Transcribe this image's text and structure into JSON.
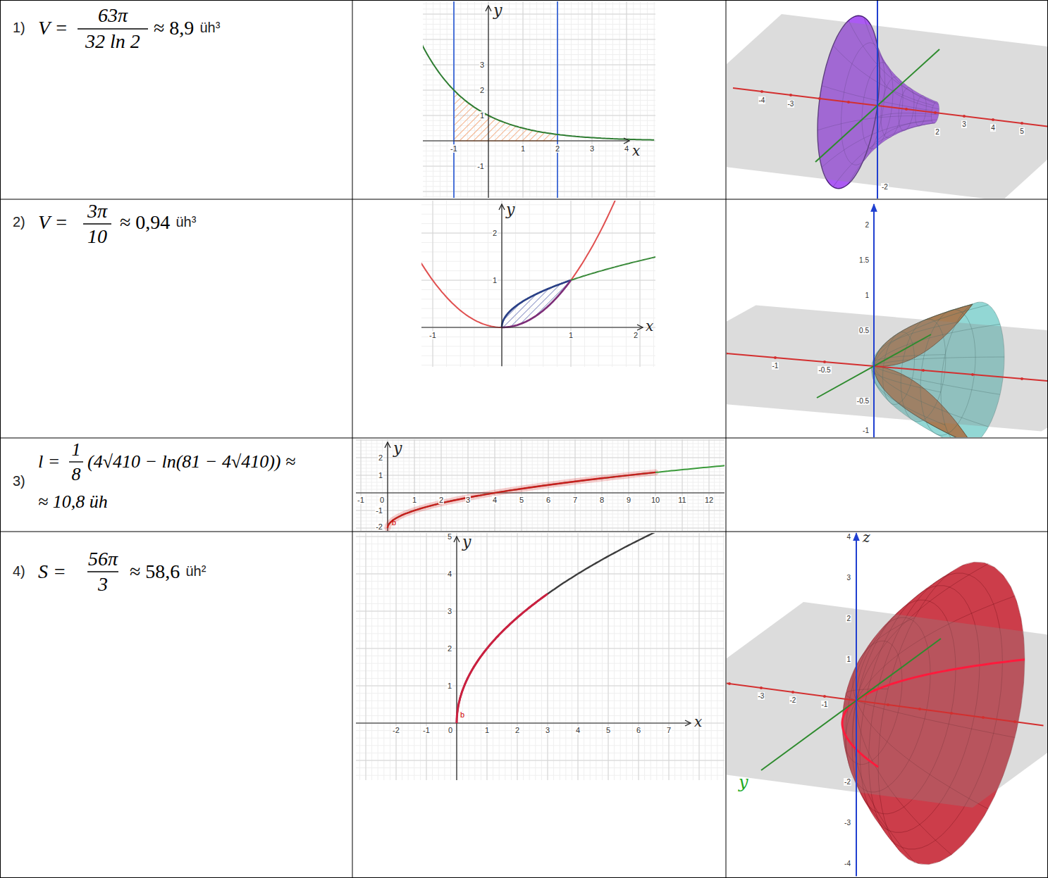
{
  "diagram": {
    "labels": [
      "1)",
      "V =",
      "63π",
      "32 ln 2",
      "≈ 8,9",
      "üh³",
      "2)",
      "V =",
      "3π",
      "10",
      "≈ 0,94",
      "üh³",
      "3)",
      "l =",
      "1",
      "8",
      "(4√410 − ln(81 − 4√410)) ≈",
      "≈ 10,8 üh",
      "4)",
      "S =",
      "56π",
      "3",
      "≈ 58,6",
      "üh²",
      "-1",
      "1",
      "2",
      "3",
      "4",
      "3",
      "2",
      "1",
      "-1",
      "y",
      "x",
      "-1",
      "1",
      "2",
      "2",
      "1",
      "y",
      "x",
      "2",
      "1",
      "-1",
      "-2",
      "-1",
      "0",
      "1",
      "2",
      "3",
      "4",
      "5",
      "6",
      "7",
      "8",
      "9",
      "10",
      "11",
      "12",
      "y",
      "b",
      "-2",
      "-1",
      "0",
      "1",
      "2",
      "3",
      "4",
      "5",
      "6",
      "7",
      "1",
      "2",
      "3",
      "4",
      "5",
      "y",
      "x",
      "b",
      "-4",
      "-3",
      "2",
      "3",
      "4",
      "5",
      "-2",
      "2",
      "1.5",
      "1",
      "0.5",
      "-0.5",
      "-1",
      "-1",
      "-0.5",
      "4",
      "3",
      "2",
      "1",
      "-2",
      "-3",
      "-4",
      "-3",
      "-2",
      "-1",
      "z",
      "y"
    ]
  }
}
